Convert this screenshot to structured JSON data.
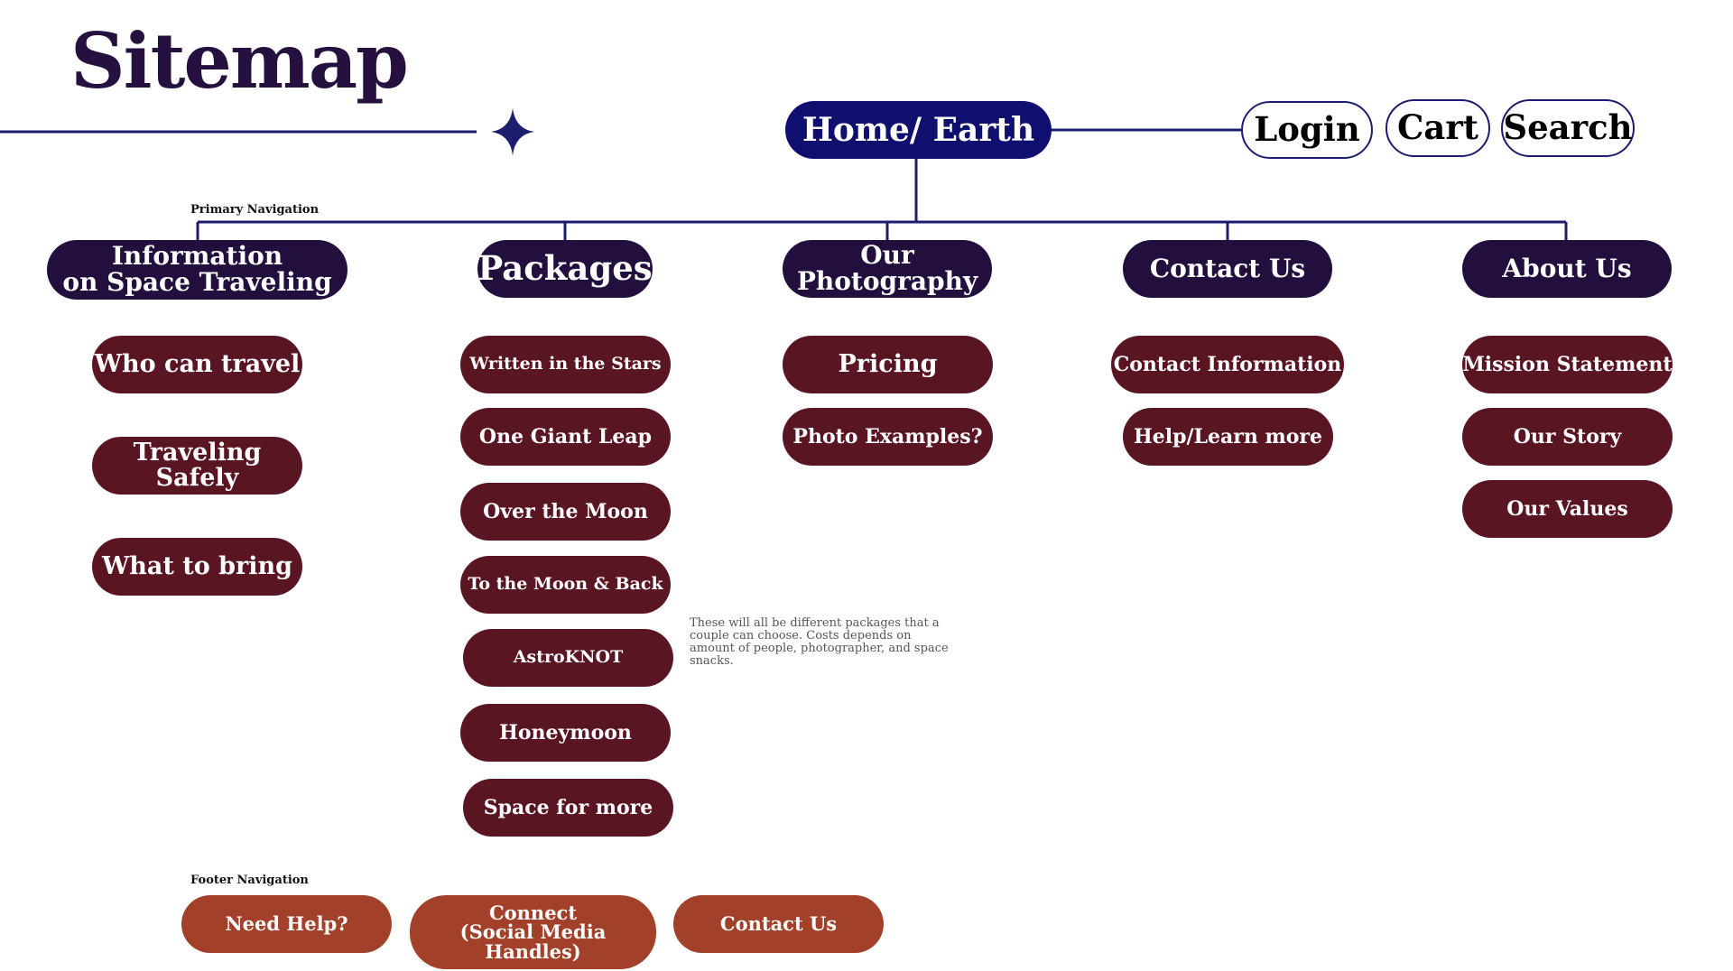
{
  "title": "Sitemap",
  "home": "Home/ Earth",
  "utility": [
    "Login",
    "Cart",
    "Search"
  ],
  "labels": {
    "primary": "Primary Navigation",
    "footer": "Footer Navigation"
  },
  "categories": [
    {
      "label": "Information\non Space Traveling",
      "children": [
        "Who can travel",
        "Traveling\nSafely",
        "What to bring"
      ]
    },
    {
      "label": "Packages",
      "children": [
        "Written in the Stars",
        "One Giant Leap",
        "Over the Moon",
        "To the Moon & Back",
        "AstroKNOT",
        "Honeymoon",
        "Space for more"
      ]
    },
    {
      "label": "Our\nPhotography",
      "children": [
        "Pricing",
        "Photo Examples?"
      ]
    },
    {
      "label": "Contact Us",
      "children": [
        "Contact Information",
        "Help/Learn more"
      ]
    },
    {
      "label": "About Us",
      "children": [
        "Mission Statement",
        "Our Story",
        "Our Values"
      ]
    }
  ],
  "note": "These will all be different packages that a couple can choose. Costs depends on amount of people, photographer, and space snacks.",
  "footer": [
    "Need Help?",
    "Connect\n(Social Media Handles)",
    "Contact Us"
  ],
  "colors": {
    "home": "#0e0f6e",
    "category": "#220f3d",
    "subpage": "#5a1522",
    "footer": "#a3402a",
    "line": "#1c1d6e"
  }
}
